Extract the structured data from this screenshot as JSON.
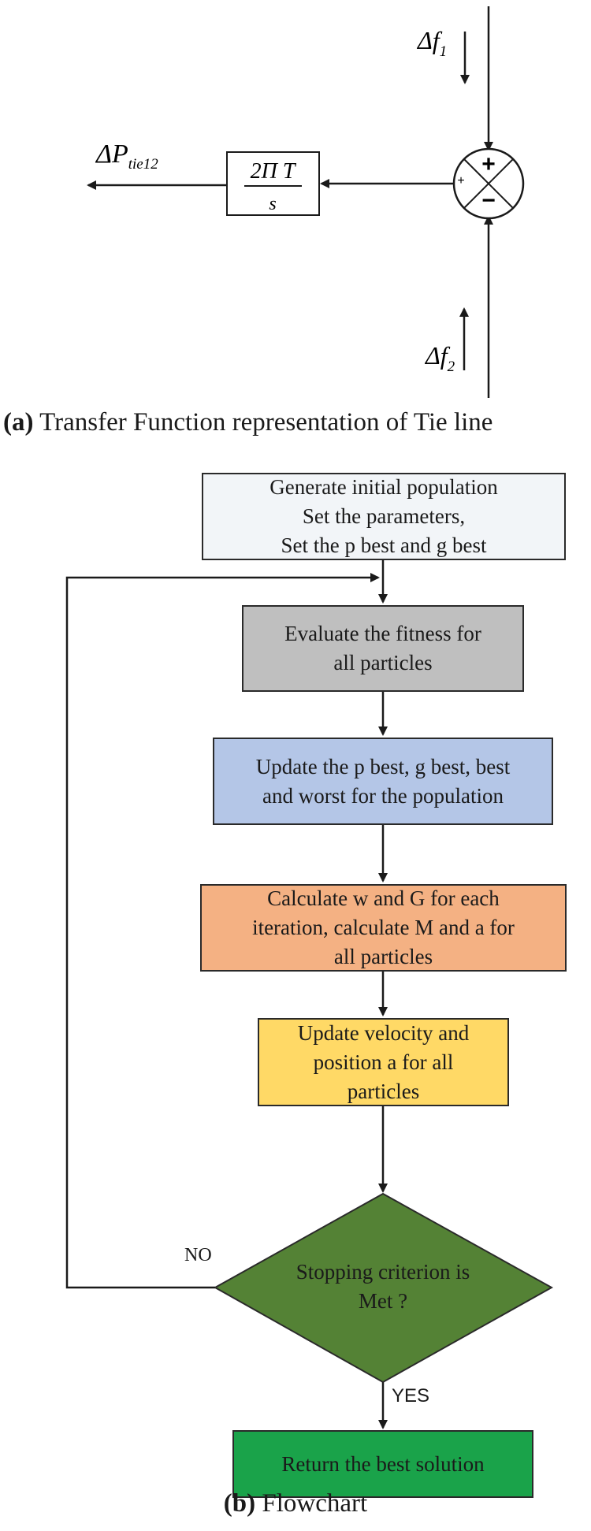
{
  "panel_a": {
    "caption_label": "(a)",
    "caption_text": " Transfer Function representation of Tie line",
    "output_signal": {
      "symbol": "ΔP",
      "subscript": "tie12"
    },
    "input_top": {
      "symbol": "Δf",
      "subscript": "1"
    },
    "input_bottom": {
      "symbol": "Δf",
      "subscript": "2"
    },
    "transfer_block": {
      "numerator": "2Π T",
      "denominator": "s"
    },
    "summing_junction": {
      "top_sign": "+",
      "bottom_sign": "−",
      "left_sign": "+"
    }
  },
  "panel_b": {
    "caption_label": "(b)",
    "caption_text": " Flowchart",
    "steps": [
      {
        "text": "Generate initial population\nSet the parameters,\nSet the p best and g best",
        "fill": "#f2f5f8"
      },
      {
        "text": "Evaluate the fitness for\nall particles",
        "fill": "#bfbfbf"
      },
      {
        "text": "Update the p best, g best, best\nand worst for the population",
        "fill": "#b4c6e7"
      },
      {
        "text": "Calculate w and G for each\niteration, calculate M and a for\nall particles",
        "fill": "#f4b183"
      },
      {
        "text": "Update velocity and\nposition a for all\nparticles",
        "fill": "#ffd966"
      }
    ],
    "decision": {
      "text": "Stopping criterion is\nMet ?",
      "fill": "#548235"
    },
    "no_label": "NO",
    "yes_label": "YES",
    "final": {
      "text": "Return the best solution",
      "fill": "#1aa34a"
    }
  }
}
